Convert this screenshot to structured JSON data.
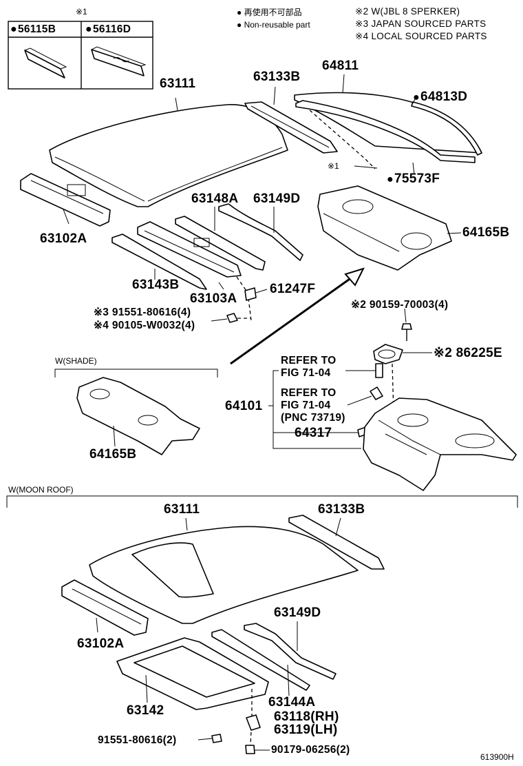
{
  "kit_box": {
    "note_mark": "※1",
    "left_part": "56115B",
    "right_part": "56116D"
  },
  "legend": {
    "non_reusable_jp": "再使用不可部品",
    "non_reusable_en": "Non-reusable part",
    "note2": "※2 W(JBL 8 SPERKER)",
    "note3": "※3 JAPAN SOURCED PARTS",
    "note4": "※4 LOCAL SOURCED PARTS"
  },
  "main": {
    "roof_panel": "63111",
    "rail_rear_upper": "63133B",
    "back_window_glass": "64811",
    "molding": "64813D",
    "note1_mark": "※1",
    "clip_75573F": "75573F",
    "front_header": "63102A",
    "bow_63148A": "63148A",
    "bow_63149D": "63149D",
    "package_tray": "64165B",
    "bow_63143B": "63143B",
    "bow_63103A": "63103A",
    "bracket": "61247F",
    "bolt_91551": "※3 91551-80616(4)",
    "nut_90105": "※4 90105-W0032(4)",
    "bolt_90159": "※2 90159-70003(4)",
    "speaker_cover": "※2 86225E",
    "refer1_l1": "REFER TO",
    "refer1_l2": "FIG 71-04",
    "refer2_l1": "REFER TO",
    "refer2_l2": "FIG 71-04",
    "refer2_l3": "(PNC 73719)",
    "panel_64101": "64101",
    "part_64317": "64317"
  },
  "shade": {
    "title": "W(SHADE)",
    "part": "64165B"
  },
  "moonroof": {
    "title": "W(MOON ROOF)",
    "roof_panel": "63111",
    "rail": "63133B",
    "header": "63102A",
    "bow": "63149D",
    "housing": "63142",
    "bow2": "63144A",
    "bracket_rh": "63118(RH)",
    "bracket_lh": "63119(LH)",
    "bolt_left": "91551-80616(2)",
    "nut_right": "90179-06256(2)"
  },
  "figure_code": "613900H"
}
